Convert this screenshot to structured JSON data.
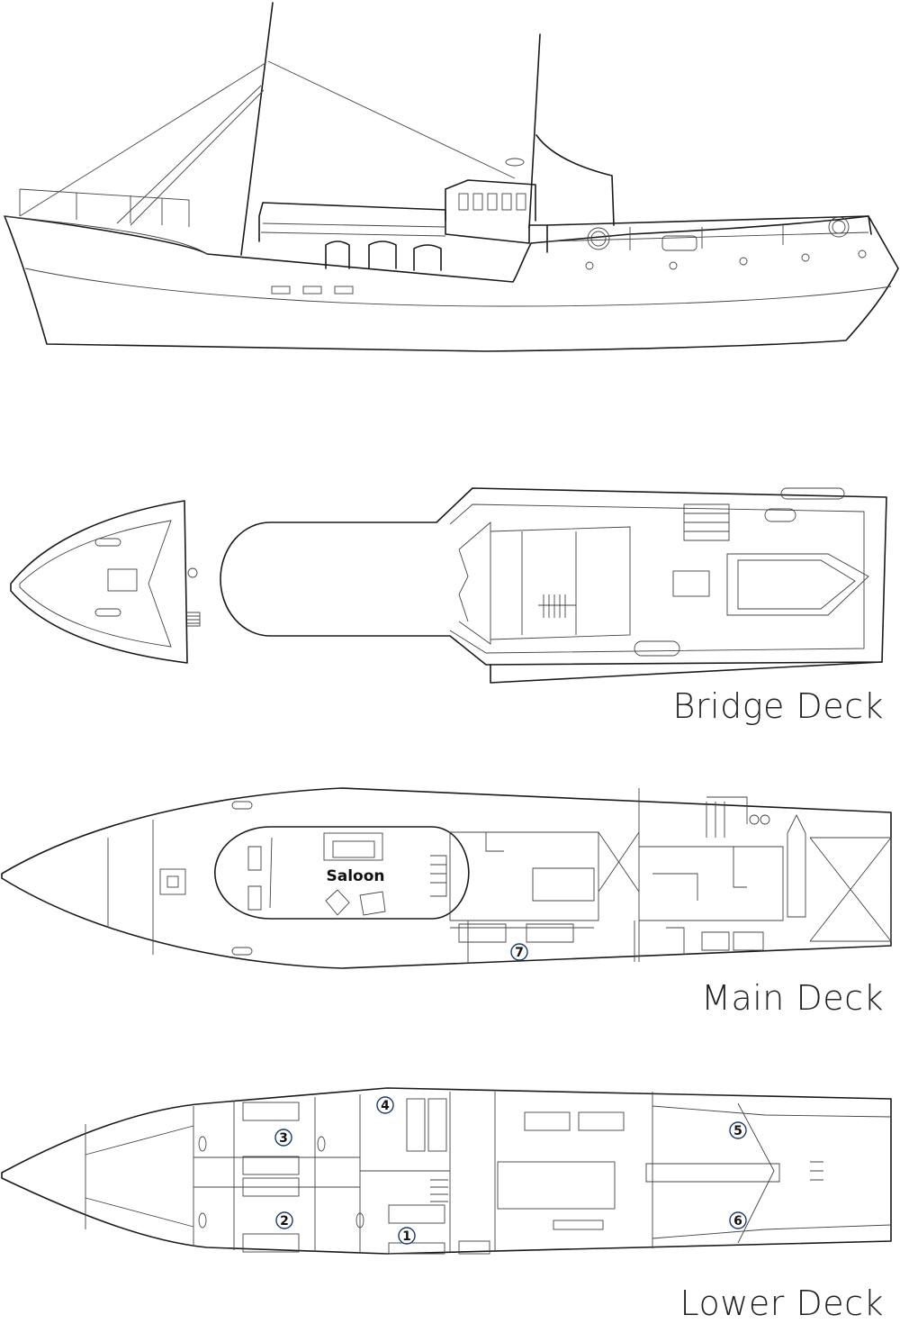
{
  "decks": {
    "bridge": {
      "label": "Bridge Deck"
    },
    "main": {
      "label": "Main Deck",
      "rooms": {
        "saloon": "Saloon"
      }
    },
    "lower": {
      "label": "Lower Deck"
    }
  },
  "cabins": [
    {
      "number": "1"
    },
    {
      "number": "2"
    },
    {
      "number": "3"
    },
    {
      "number": "4"
    },
    {
      "number": "5"
    },
    {
      "number": "6"
    },
    {
      "number": "7"
    }
  ],
  "colors": {
    "line": "#1a1a1a",
    "cabin_ring": "#1a3a6e",
    "background": "#ffffff"
  }
}
